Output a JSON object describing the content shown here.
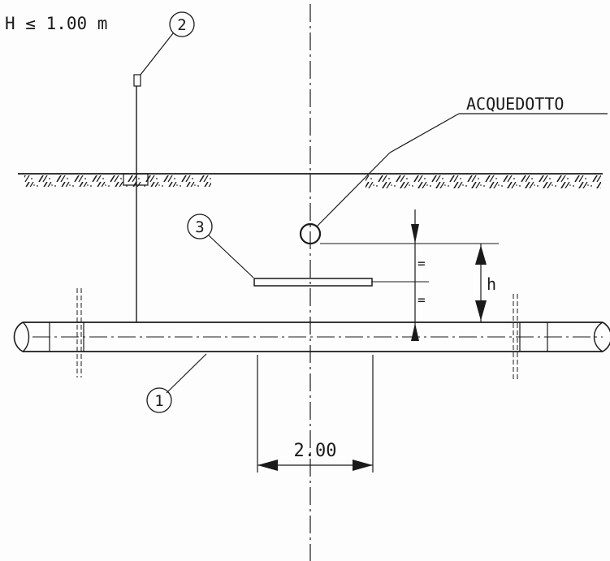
{
  "header": {
    "height_limit": "H ≤ 1.00 m"
  },
  "callouts": {
    "c1": "1",
    "c2": "2",
    "c3": "3"
  },
  "labels": {
    "aqueduct": "ACQUEDOTTO",
    "equal_top": "=",
    "equal_bottom": "=",
    "h_dimension": "h",
    "width_dimension": "2.00"
  }
}
